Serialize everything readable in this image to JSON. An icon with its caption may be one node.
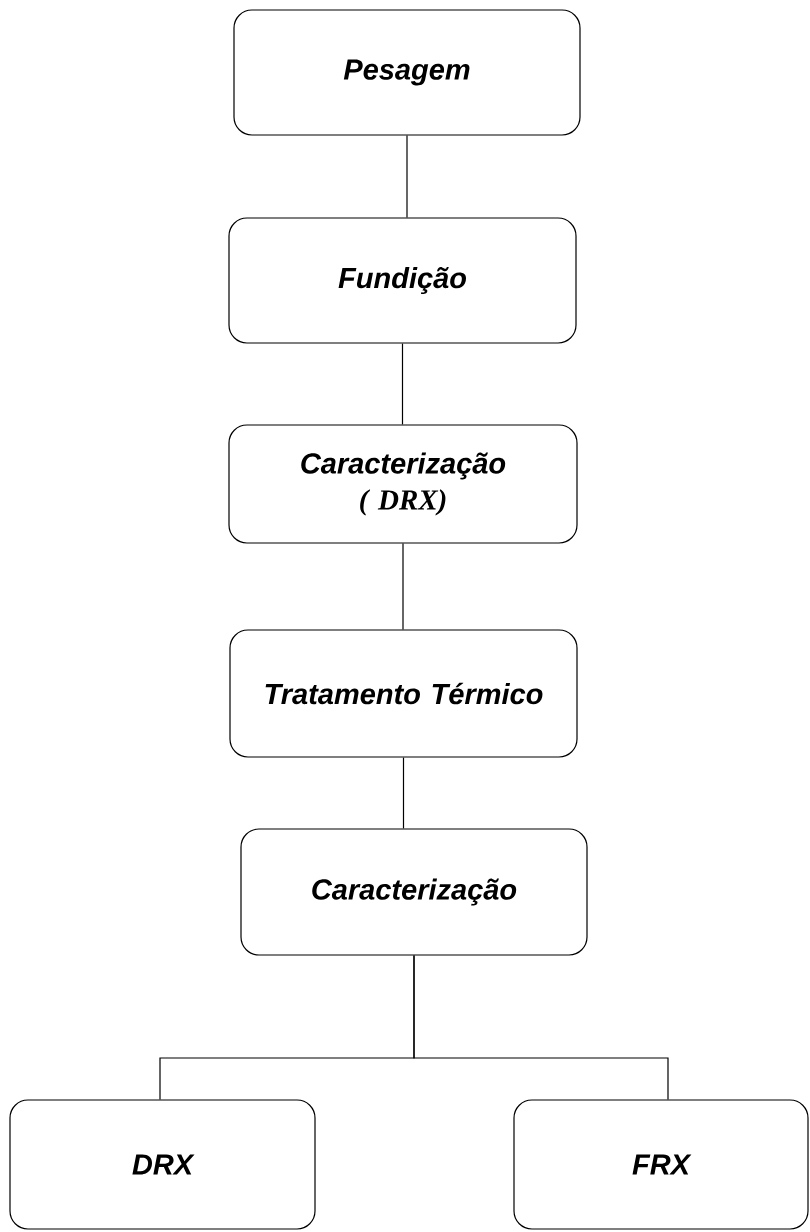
{
  "diagram": {
    "nodes": [
      {
        "text": [
          "Pesagem"
        ]
      },
      {
        "text": [
          "Fundição"
        ]
      },
      {
        "text": [
          "Caracterização",
          "( DRX)"
        ]
      },
      {
        "text": [
          "Tratamento Térmico"
        ]
      },
      {
        "text": [
          "Caracterização"
        ]
      },
      {
        "text": [
          "DRX"
        ]
      },
      {
        "text": [
          "FRX"
        ]
      }
    ],
    "edges": [
      {
        "from": 0,
        "to": 1,
        "arrow": "none"
      },
      {
        "from": 1,
        "to": 2,
        "arrow": "none"
      },
      {
        "from": 2,
        "to": 3,
        "arrow": "none"
      },
      {
        "from": 3,
        "to": 4,
        "arrow": "none"
      },
      {
        "from": 4,
        "to": 5,
        "arrow": "none"
      },
      {
        "from": 4,
        "to": 6,
        "arrow": "none"
      }
    ]
  }
}
